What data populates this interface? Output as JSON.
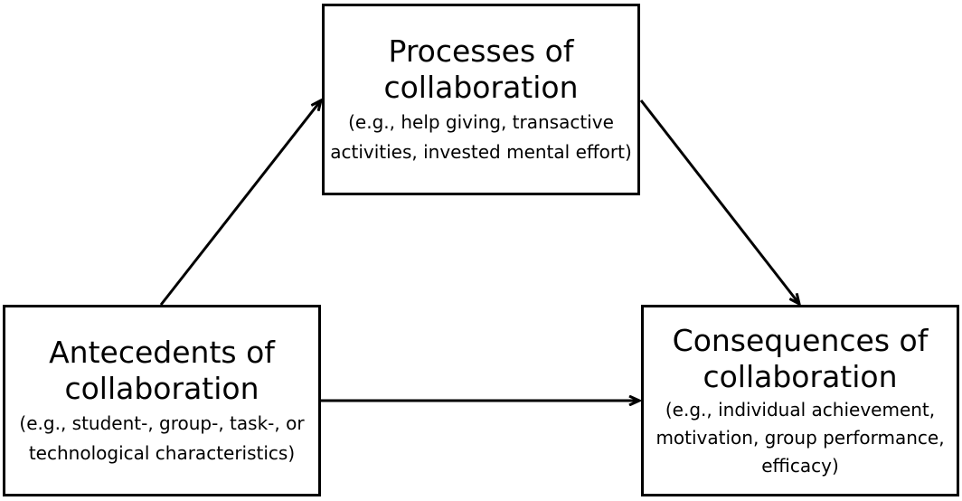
{
  "diagram": {
    "processes": {
      "title_line1": "Processes of",
      "title_line2": "collaboration",
      "desc_line1": "(e.g., help giving, transactive",
      "desc_line2": "activities, invested mental effort)"
    },
    "antecedents": {
      "title_line1": "Antecedents of",
      "title_line2": "collaboration",
      "desc_line1": "(e.g., student-, group-, task-, or",
      "desc_line2": "technological characteristics)"
    },
    "consequences": {
      "title_line1": "Consequences of",
      "title_line2": "collaboration",
      "desc_line1": "(e.g., individual achievement,",
      "desc_line2": "motivation, group performance,",
      "desc_line3": "efficacy)"
    },
    "edges": [
      {
        "from": "antecedents",
        "to": "processes"
      },
      {
        "from": "processes",
        "to": "consequences"
      },
      {
        "from": "antecedents",
        "to": "consequences"
      }
    ],
    "colors": {
      "line": "#000000",
      "background": "#ffffff"
    }
  }
}
